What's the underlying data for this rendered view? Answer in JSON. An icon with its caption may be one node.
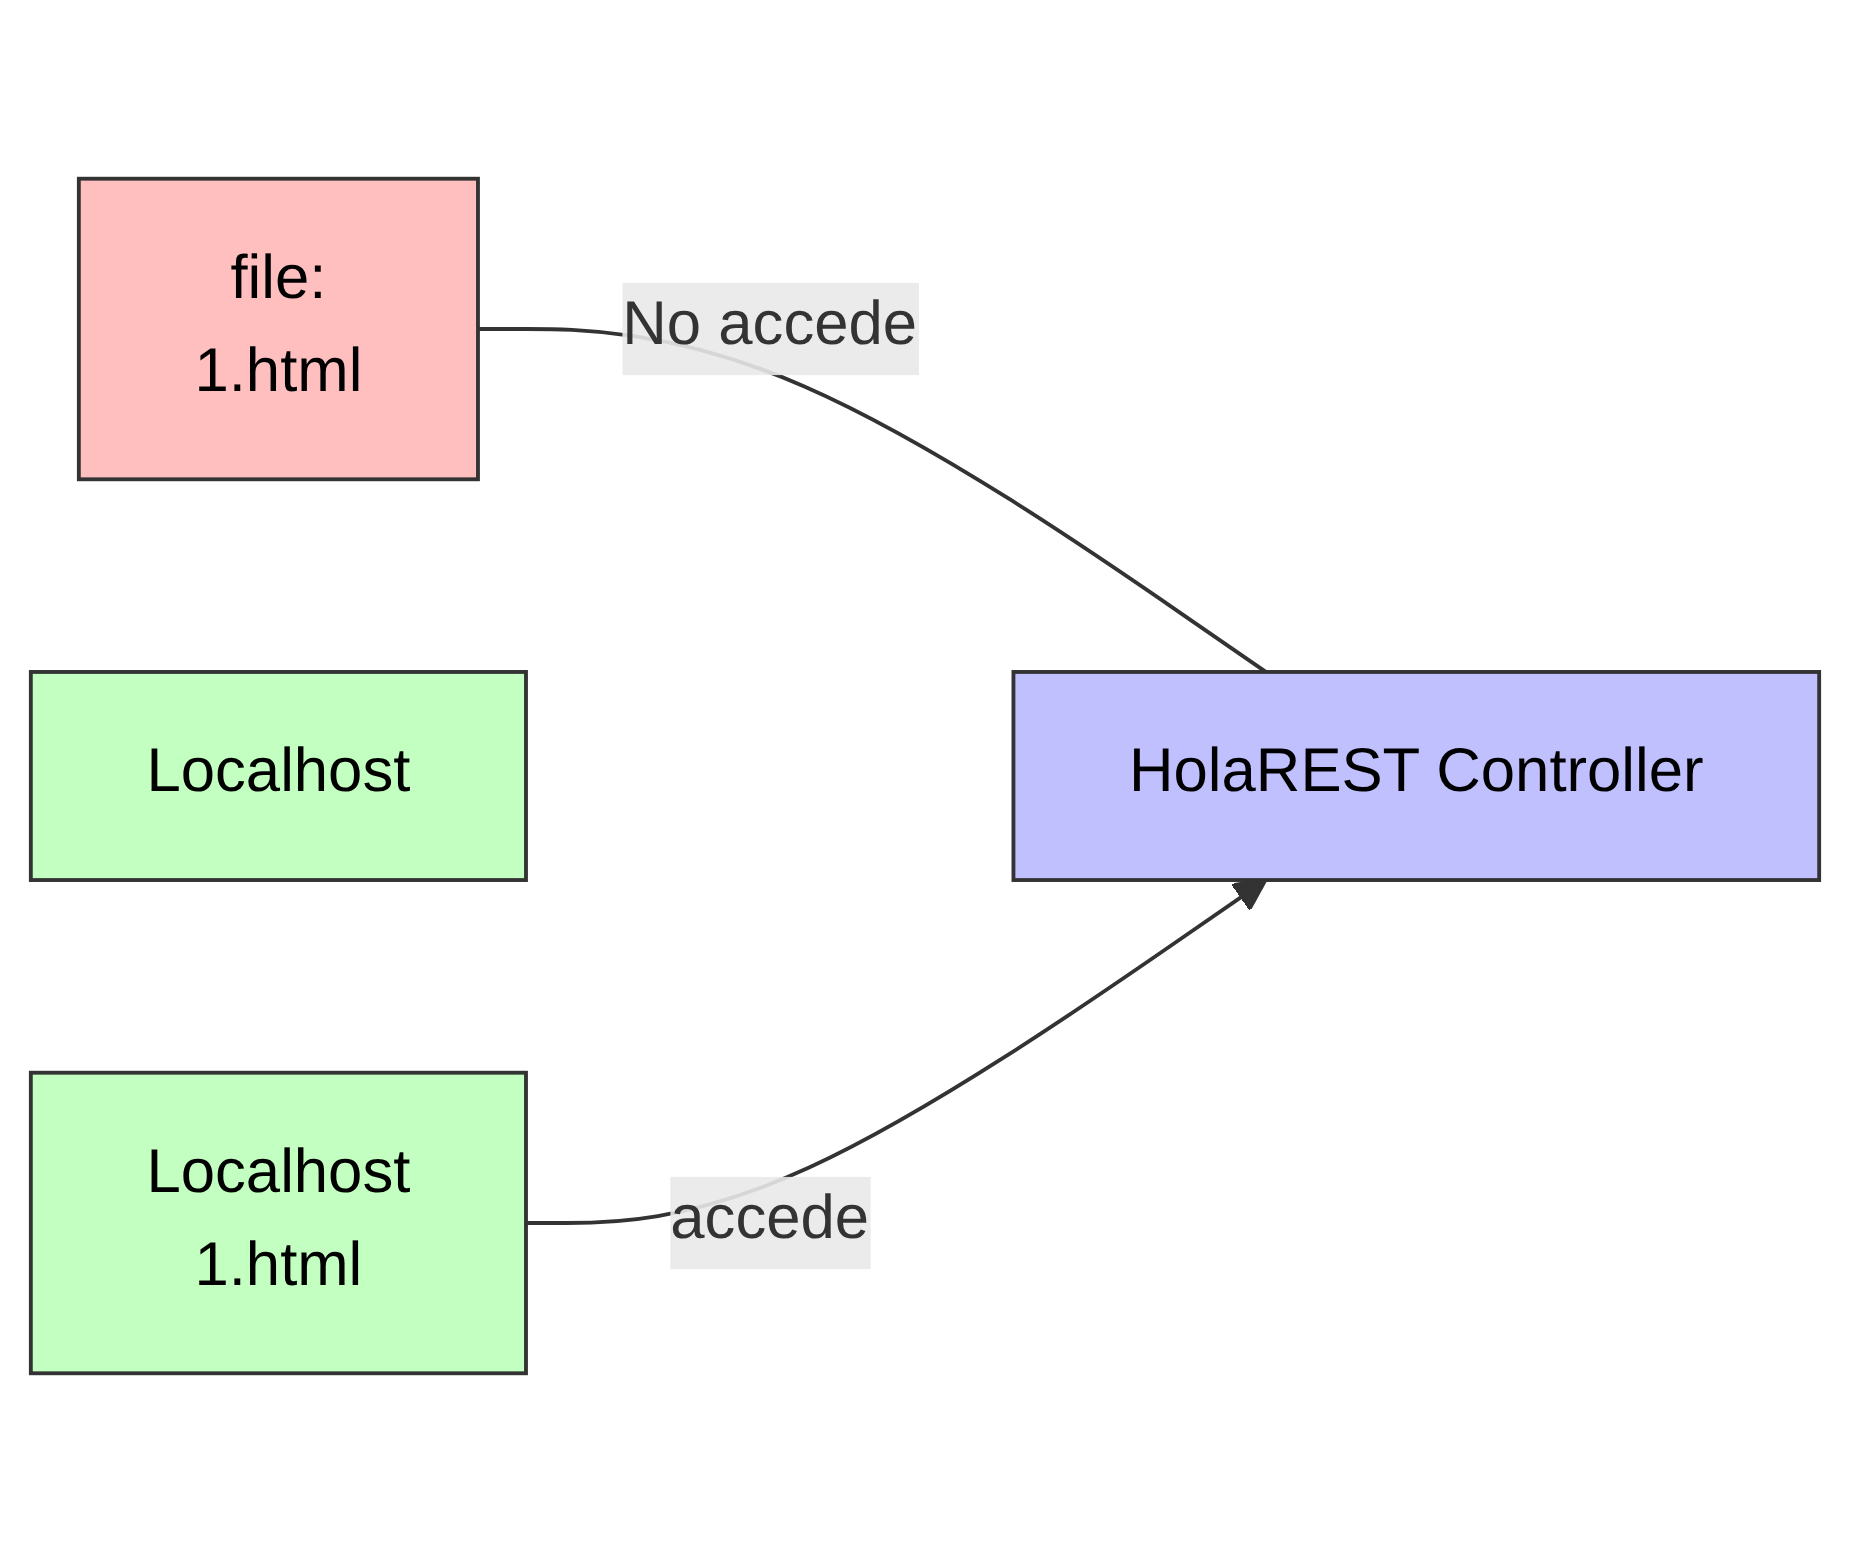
{
  "diagram": {
    "nodes": [
      {
        "text": [
          "file:",
          "1.html"
        ]
      },
      {
        "text": [
          "Localhost"
        ]
      },
      {
        "text": [
          "HolaREST Controller"
        ]
      },
      {
        "text": [
          "Localhost",
          "1.html"
        ]
      }
    ],
    "edges": [
      {
        "from": 0,
        "to": 2,
        "arrow": "none",
        "label": "No accede"
      },
      {
        "from": 3,
        "to": 2,
        "arrow": "to",
        "label": "accede"
      }
    ]
  }
}
